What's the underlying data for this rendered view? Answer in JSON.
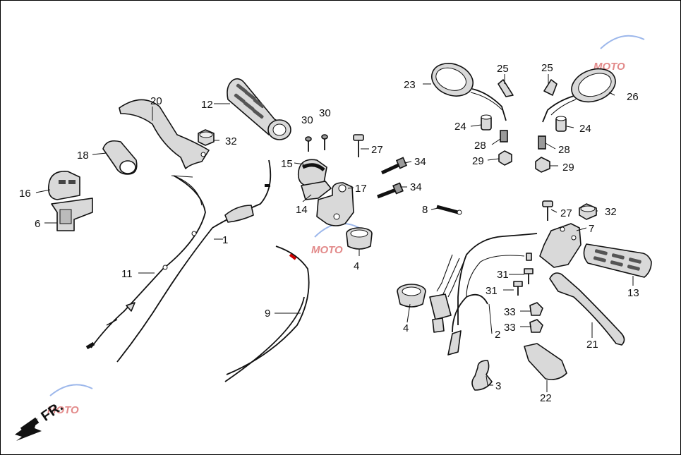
{
  "diagram": {
    "direction_label": "FR.",
    "watermark_text": "MOTO",
    "callouts": [
      {
        "id": "c1",
        "text": "1"
      },
      {
        "id": "c2",
        "text": "2"
      },
      {
        "id": "c3",
        "text": "3"
      },
      {
        "id": "c4a",
        "text": "4"
      },
      {
        "id": "c4b",
        "text": "4"
      },
      {
        "id": "c6",
        "text": "6"
      },
      {
        "id": "c7",
        "text": "7"
      },
      {
        "id": "c8",
        "text": "8"
      },
      {
        "id": "c9",
        "text": "9"
      },
      {
        "id": "c11",
        "text": "11"
      },
      {
        "id": "c12",
        "text": "12"
      },
      {
        "id": "c13",
        "text": "13"
      },
      {
        "id": "c14",
        "text": "14"
      },
      {
        "id": "c15",
        "text": "15"
      },
      {
        "id": "c16",
        "text": "16"
      },
      {
        "id": "c17",
        "text": "17"
      },
      {
        "id": "c18",
        "text": "18"
      },
      {
        "id": "c20",
        "text": "20"
      },
      {
        "id": "c21",
        "text": "21"
      },
      {
        "id": "c22",
        "text": "22"
      },
      {
        "id": "c23",
        "text": "23"
      },
      {
        "id": "c24a",
        "text": "24"
      },
      {
        "id": "c24b",
        "text": "24"
      },
      {
        "id": "c25a",
        "text": "25"
      },
      {
        "id": "c25b",
        "text": "25"
      },
      {
        "id": "c26",
        "text": "26"
      },
      {
        "id": "c27a",
        "text": "27"
      },
      {
        "id": "c27b",
        "text": "27"
      },
      {
        "id": "c28a",
        "text": "28"
      },
      {
        "id": "c28b",
        "text": "28"
      },
      {
        "id": "c29a",
        "text": "29"
      },
      {
        "id": "c29b",
        "text": "29"
      },
      {
        "id": "c30a",
        "text": "30"
      },
      {
        "id": "c30b",
        "text": "30"
      },
      {
        "id": "c31a",
        "text": "31"
      },
      {
        "id": "c31b",
        "text": "31"
      },
      {
        "id": "c32a",
        "text": "32"
      },
      {
        "id": "c32b",
        "text": "32"
      },
      {
        "id": "c33a",
        "text": "33"
      },
      {
        "id": "c33b",
        "text": "33"
      },
      {
        "id": "c34a",
        "text": "34"
      },
      {
        "id": "c34b",
        "text": "34"
      }
    ]
  }
}
